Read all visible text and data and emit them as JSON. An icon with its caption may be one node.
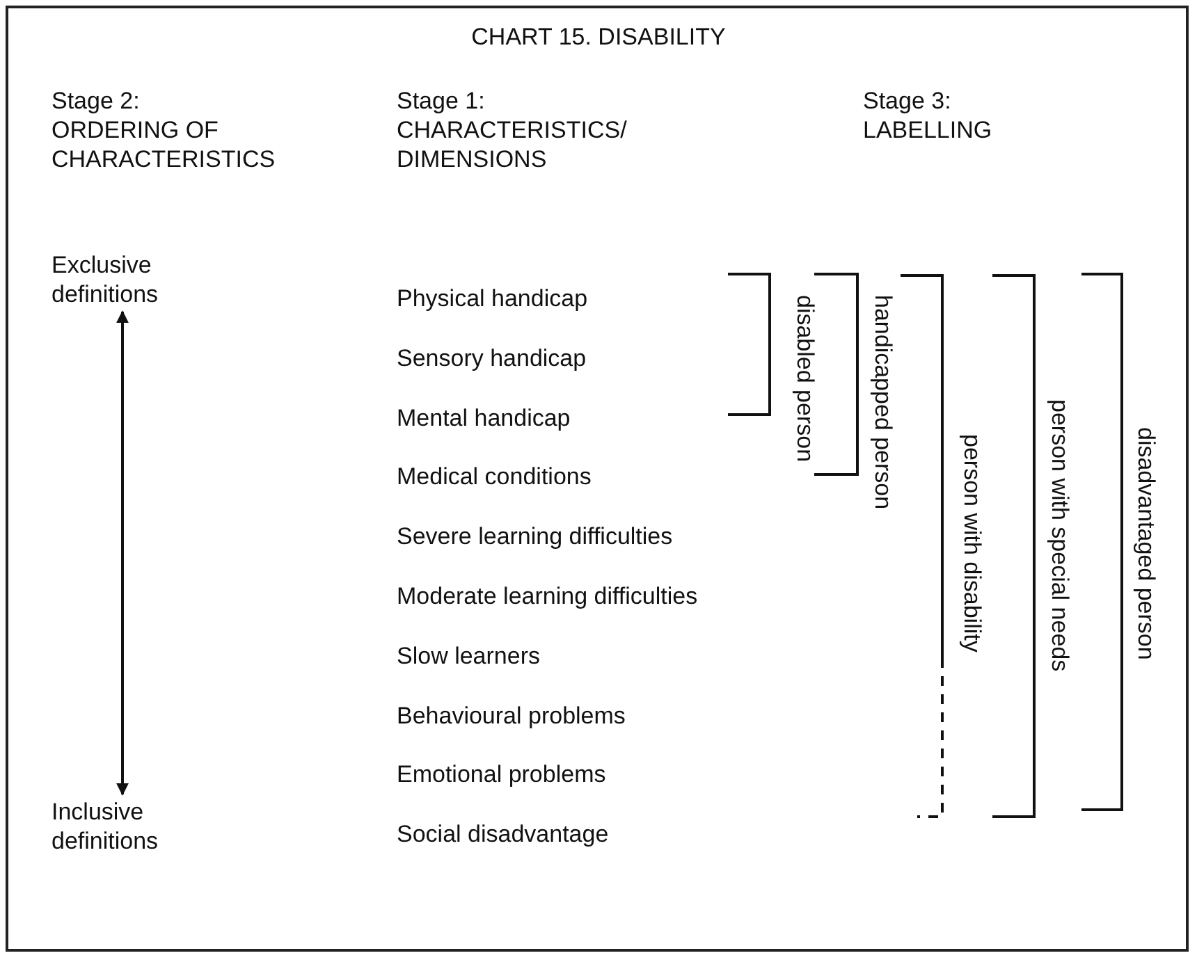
{
  "diagram": {
    "title": "CHART 15. DISABILITY",
    "nodes": [
      {
        "text": [
          "Exclusive definitions"
        ]
      },
      {
        "text": [
          "Inclusive definitions"
        ]
      }
    ],
    "edges": [
      {
        "from": 0,
        "to": 1,
        "arrow": "both"
      }
    ],
    "labels": [
      "Stage 2:",
      "ORDERING OF CHARACTERISTICS",
      "Stage 1:",
      "CHARACTERISTICS/ DIMENSIONS",
      "Stage 3:",
      "LABELLING",
      "Physical handicap",
      "Sensory handicap",
      "Mental handicap",
      "Medical conditions",
      "Severe learning difficulties",
      "Moderate learning difficulties",
      "Slow learners",
      "Behavioural problems",
      "Emotional problems",
      "Social disadvantage",
      "disabled person",
      "handicapped person",
      "person with disability",
      "person with special needs",
      "disadvantaged person"
    ]
  }
}
